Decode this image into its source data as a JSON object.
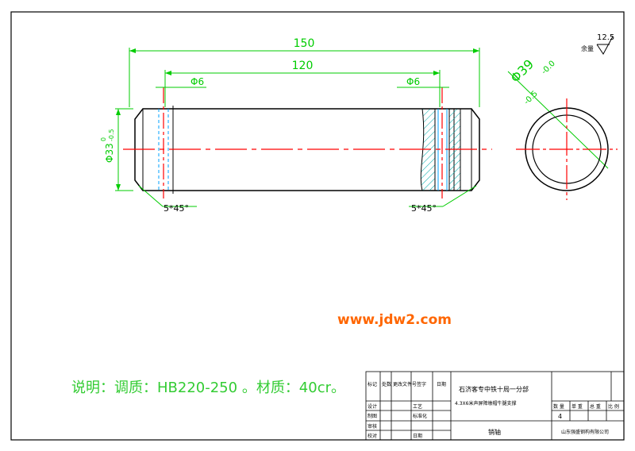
{
  "colors": {
    "outline": "#000000",
    "dimension": "#00cc00",
    "center": "#ff0000",
    "hidden": "#00a0ff",
    "hatch": "#00aaaa",
    "watermark": "#ff6600"
  },
  "dims": {
    "overall_length": "150",
    "inner_length": "120",
    "hole_left": "Φ6",
    "hole_right": "Φ6",
    "diameter_main": "Φ39",
    "diameter_upper": "-0.0",
    "diameter_lower": "-0.5",
    "diameter_left": "Φ33",
    "diameter_left_tol_upper": "0",
    "diameter_left_tol_lower": "-0.5",
    "chamfer_left": "5*45°",
    "chamfer_right": "5*45°"
  },
  "roughness": {
    "label": "余量",
    "value": "12.5"
  },
  "watermark": "www.jdw2.com",
  "note": "说明：调质：HB220-250 。材质：40cr。",
  "title_block": {
    "company_line1": "石济客专中铁十局一分部",
    "company_line2": "4.3X6米声屏障墩帽牛腿支撑",
    "part_name": "销轴",
    "maker": "山东强盛钢构有限公司",
    "quantity": "4",
    "headers": [
      "数 量",
      "单 重",
      "总 重",
      "比 例"
    ],
    "left_rows": [
      [
        "标记",
        "处数",
        "更改文件号",
        "签字",
        "日期"
      ],
      [
        "设计",
        "",
        "",
        "工艺",
        ""
      ],
      [
        "制图",
        "",
        "",
        "标准化",
        ""
      ],
      [
        "审核",
        "",
        "",
        "",
        ""
      ],
      [
        "校对",
        "",
        "",
        "日期",
        ""
      ]
    ]
  }
}
